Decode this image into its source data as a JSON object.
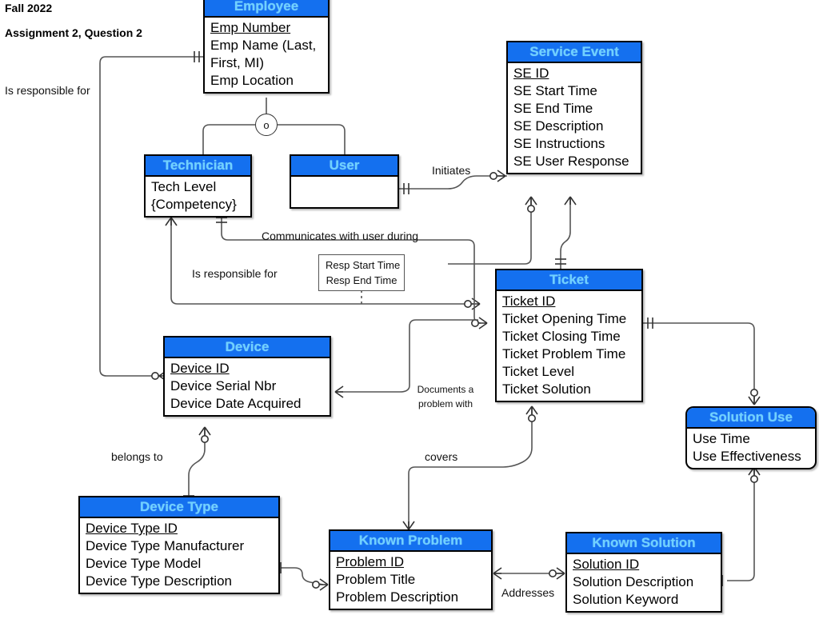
{
  "header": {
    "clipped_line": "",
    "term": "Fall 2022",
    "assignment": "Assignment 2, Question 2"
  },
  "entities": [
    {
      "id": "employee",
      "name": "Employee",
      "attributes": [
        "Emp Number",
        "Emp Name (Last,",
        "First, MI)",
        "Emp Location"
      ],
      "pk_index": 0,
      "shape": "rectangle"
    },
    {
      "id": "service_event",
      "name": "Service Event",
      "attributes": [
        "SE ID",
        "SE Start Time",
        "SE End Time",
        "SE Description",
        "SE Instructions",
        "SE User Response"
      ],
      "pk_index": 0,
      "shape": "rectangle"
    },
    {
      "id": "technician",
      "name": "Technician",
      "attributes": [
        "Tech Level",
        "{Competency}"
      ],
      "pk_index": -1,
      "shape": "rectangle"
    },
    {
      "id": "user",
      "name": "User",
      "attributes": [],
      "pk_index": -1,
      "shape": "rectangle"
    },
    {
      "id": "ticket",
      "name": "Ticket",
      "attributes": [
        "Ticket ID",
        "Ticket Opening Time",
        "Ticket Closing Time",
        "Ticket Problem Time",
        "Ticket Level",
        "Ticket Solution"
      ],
      "pk_index": 0,
      "shape": "rectangle"
    },
    {
      "id": "device",
      "name": "Device",
      "attributes": [
        "Device ID",
        "Device Serial Nbr",
        "Device Date Acquired"
      ],
      "pk_index": 0,
      "shape": "rectangle"
    },
    {
      "id": "solution_use",
      "name": "Solution Use",
      "attributes": [
        "Use Time",
        "Use Effectiveness"
      ],
      "pk_index": -1,
      "shape": "rounded-rectangle"
    },
    {
      "id": "device_type",
      "name": "Device Type",
      "attributes": [
        "Device Type ID",
        "Device Type Manufacturer",
        "Device Type Model",
        "Device Type Description"
      ],
      "pk_index": 0,
      "shape": "rectangle"
    },
    {
      "id": "known_problem",
      "name": "Known Problem",
      "attributes": [
        "Problem ID",
        "Problem Title",
        "Problem Description"
      ],
      "pk_index": 0,
      "shape": "rectangle"
    },
    {
      "id": "known_solution",
      "name": "Known Solution",
      "attributes": [
        "Solution ID",
        "Solution Description",
        "Solution Keyword"
      ],
      "pk_index": 0,
      "shape": "rectangle"
    }
  ],
  "relationship_labels": {
    "is_responsible_for_left": "Is responsible for",
    "is_responsible_for_mid": "Is responsible for",
    "initiates": "Initiates",
    "communicates": "Communicates with user during",
    "documents": "Documents a problem with",
    "covers": "covers",
    "belongs_to": "belongs to",
    "addresses": "Addresses"
  },
  "attribute_box": {
    "lines": [
      "Resp Start Time",
      "Resp End Time"
    ]
  },
  "subtype_symbol": {
    "glyph": "o"
  },
  "colors": {
    "header_fill": "#1470ef",
    "header_text": "#6fd2ff",
    "body_fill": "#ffffff",
    "border": "#000000",
    "line": "#555555"
  }
}
